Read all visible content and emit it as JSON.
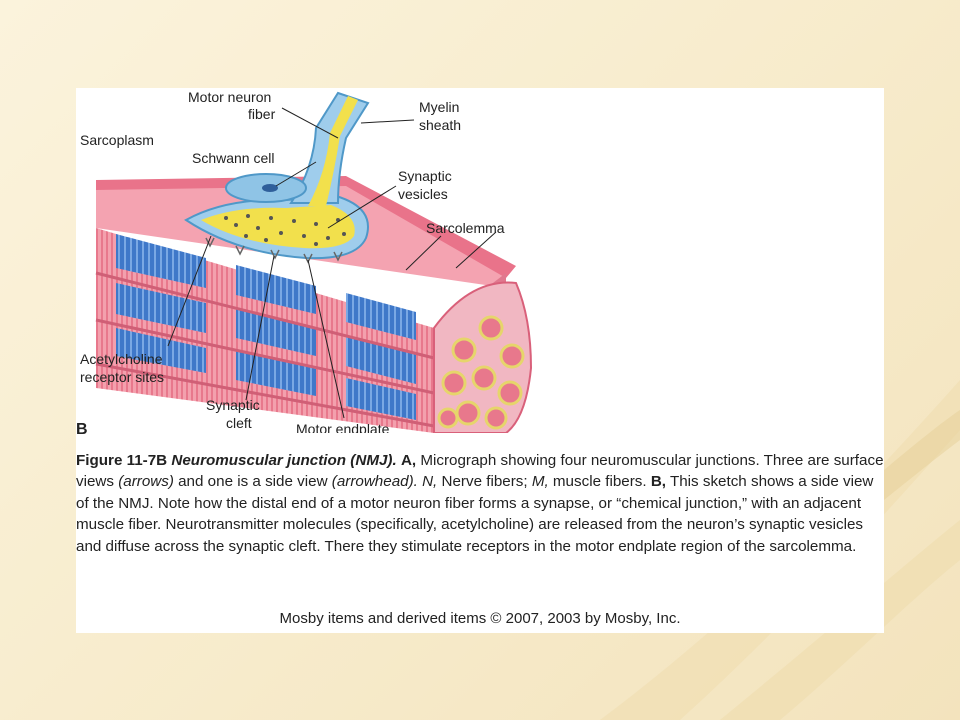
{
  "diagram": {
    "labels": {
      "motor_neuron_fiber_1": "Motor neuron",
      "motor_neuron_fiber_2": "fiber",
      "myelin_1": "Myelin",
      "myelin_2": "sheath",
      "sarcoplasm": "Sarcoplasm",
      "schwann": "Schwann cell",
      "synaptic_vesicles_1": "Synaptic",
      "synaptic_vesicles_2": "vesicles",
      "sarcolemma": "Sarcolemma",
      "ach_1": "Acetylcholine",
      "ach_2": "receptor sites",
      "cleft_1": "Synaptic",
      "cleft_2": "cleft",
      "endplate": "Motor endplate"
    },
    "panel_letter": "B"
  },
  "caption": {
    "figure_label": "Figure 11-7B",
    "figure_title": "Neuromuscular junction (NMJ).",
    "part_a_letter": "A,",
    "t1": " Micrograph showing four neuromuscular junctions. Three are surface views ",
    "arrows": "(arrows)",
    "t2": " and one is a side view ",
    "arrowhead": "(arrowhead). N,",
    "t3": " Nerve fibers; ",
    "m": "M,",
    "t4": " muscle fibers. ",
    "part_b_letter": "B,",
    "t5": " This sketch shows a side view of the NMJ. Note how the distal end of a motor neuron fiber forms a synapse, or “chemical junction,” with an adjacent muscle fiber. Neurotransmitter molecules (specifically, acetylcholine) are released from the neuron’s synaptic vesicles and diffuse across the synaptic cleft. There they stimulate receptors in the motor endplate region of the sarcolemma."
  },
  "copyright": "Mosby items and derived items © 2007, 2003 by Mosby, Inc.",
  "colors": {
    "background": "#f7ebcb",
    "muscle_pink": "#f08a9a",
    "muscle_dark": "#d9607a",
    "stripe_blue": "#3f78c9",
    "nerve_yellow": "#f3e04a",
    "myelin_blue": "#8fc4e6"
  }
}
